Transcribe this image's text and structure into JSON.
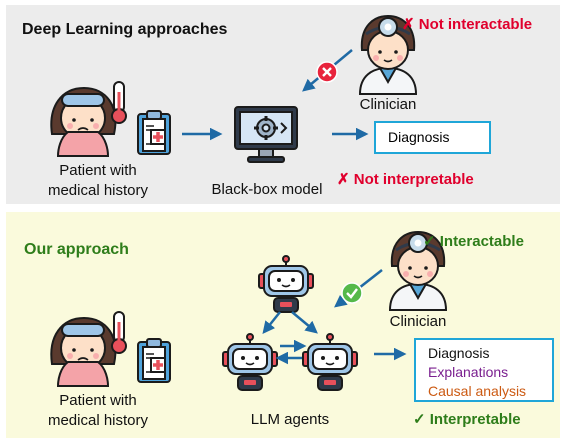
{
  "top": {
    "title": "Deep Learning approaches",
    "patient_label": [
      "Patient with",
      "medical history"
    ],
    "model_label": "Black-box model",
    "clinician_label": "Clinician",
    "output": [
      "Diagnosis"
    ],
    "not_interactable": "✗ Not interactable",
    "not_interpretable": "✗ Not interpretable"
  },
  "bottom": {
    "title": "Our approach",
    "patient_label": [
      "Patient with",
      "medical history"
    ],
    "agents_label": "LLM agents",
    "clinician_label": "Clinician",
    "output": [
      "Diagnosis",
      "Explanations",
      "Causal analysis"
    ],
    "interactable": "✓ Interactable",
    "interpretable": "✓ Interpretable"
  },
  "colors": {
    "top_panel_bg": "#ececec",
    "bottom_panel_bg": "#fafadc",
    "our_approach_title": "#2e7d1a",
    "negative": "#e0002d",
    "positive": "#2e7d1a",
    "arrow": "#1f6aa5",
    "output_border": "#1fa6d8",
    "explanations_text": "#7a1f8f",
    "causal_text": "#cc5a12"
  },
  "icons": {
    "patient": "patient-thermometer-icon",
    "record": "medical-clipboard-icon",
    "model": "monitor-gear-icon",
    "clinician": "doctor-headmirror-icon",
    "agent": "robot-icon",
    "rejected": "red-x-circle-icon",
    "accepted": "green-check-circle-icon"
  }
}
